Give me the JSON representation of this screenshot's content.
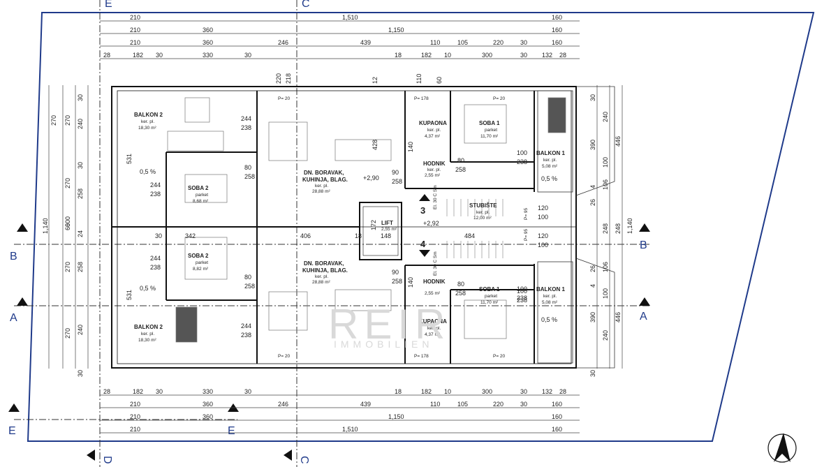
{
  "rooms": [
    {
      "id": "balkon2-top",
      "name": "BALKON 2",
      "floor": "ker. pl.",
      "area": "18,30 m²"
    },
    {
      "id": "soba2-top",
      "name": "SOBA 2",
      "floor": "parket",
      "area": "8,68 m²"
    },
    {
      "id": "boravak-top",
      "name": "DN. BORAVAK,",
      "name2": "KUHINJA, BLAG.",
      "floor": "ker. pl.",
      "area": "28,88 m²"
    },
    {
      "id": "kupaona-top",
      "name": "KUPAONA",
      "floor": "ker. pl.",
      "area": "4,37 m²"
    },
    {
      "id": "soba1-top",
      "name": "SOBA 1",
      "floor": "parket",
      "area": "11,70 m²"
    },
    {
      "id": "hodnik-top",
      "name": "HODNIK",
      "floor": "ker. pl.",
      "area": "2,55 m²"
    },
    {
      "id": "balkon1-top",
      "name": "BALKON 1",
      "floor": "ker. pl.",
      "area": "5,08 m²"
    },
    {
      "id": "lift",
      "name": "LIFT",
      "floor": "",
      "area": "2,55 m²"
    },
    {
      "id": "stubiste",
      "name": "STUBIŠTE",
      "floor": "ker. pl.",
      "area": "12,00 m²"
    },
    {
      "id": "soba2-bot",
      "name": "SOBA 2",
      "floor": "parket",
      "area": "8,82 m²"
    },
    {
      "id": "boravak-bot",
      "name": "DN. BORAVAK,",
      "name2": "KUHINJA, BLAG.",
      "floor": "ker. pl.",
      "area": "28,88 m²"
    },
    {
      "id": "hodnik-bot",
      "name": "HODNIK",
      "floor": "",
      "area": "2,55 m²"
    },
    {
      "id": "soba1-bot",
      "name": "SOBA 1",
      "floor": "parket",
      "area": "11,70 m²"
    },
    {
      "id": "balkon1-bot",
      "name": "BALKON 1",
      "floor": "ker. pl.",
      "area": "5,08 m²"
    },
    {
      "id": "kupaona-bot",
      "name": "KUPAONA",
      "floor": "ker. pl.",
      "area": "4,37 m²"
    },
    {
      "id": "balkon2-bot",
      "name": "BALKON 2",
      "floor": "ker. pl.",
      "area": "18,30 m²"
    }
  ],
  "unit_labels": {
    "top": "3",
    "bottom": "4"
  },
  "elevations": {
    "top": "+2,90",
    "mid": "+2,92"
  },
  "slopes": [
    "0,5 %",
    "0,5 %",
    "0,5 %",
    "0,5 %"
  ],
  "parapets": {
    "p20": "P= 20",
    "p178": "P= 178"
  },
  "axes": {
    "A": "A",
    "B": "B",
    "C": "C",
    "D": "D",
    "E": "E"
  },
  "dim_rows_top": [
    [
      "210",
      "1,510",
      "160"
    ],
    [
      "210",
      "360",
      "1,150",
      "160"
    ],
    [
      "210",
      "360",
      "246",
      "439",
      "110",
      "105",
      "220",
      "30",
      "160"
    ],
    [
      "28",
      "182",
      "30",
      "330",
      "30",
      "18",
      "182",
      "10",
      "300",
      "30",
      "132",
      "28"
    ]
  ],
  "dim_rows_bottom": [
    [
      "28",
      "182",
      "30",
      "330",
      "30",
      "18",
      "182",
      "10",
      "300",
      "30",
      "132",
      "28"
    ],
    [
      "210",
      "360",
      "246",
      "439",
      "110",
      "105",
      "220",
      "30",
      "160"
    ],
    [
      "210",
      "360",
      "1,150",
      "160"
    ],
    [
      "210",
      "1,510",
      "160"
    ]
  ],
  "dims_left": [
    "270",
    "270",
    "240",
    "531",
    "600",
    "1,140",
    "270",
    "258",
    "24",
    "60",
    "270",
    "258",
    "531",
    "240",
    "270",
    "30",
    "30",
    "30"
  ],
  "dims_right": [
    "240",
    "390",
    "446",
    "106",
    "26",
    "248",
    "1,140",
    "248",
    "26",
    "106",
    "390",
    "446",
    "240",
    "30",
    "30",
    "100",
    "4",
    "4",
    "100"
  ],
  "inner_dims": [
    "244",
    "238",
    "244",
    "238",
    "80",
    "258",
    "342",
    "406",
    "148",
    "484",
    "30",
    "18",
    "172",
    "90",
    "258",
    "100",
    "238",
    "120",
    "100",
    "80",
    "258",
    "140",
    "220",
    "218",
    "110",
    "60",
    "12",
    "428",
    "244",
    "238",
    "80",
    "258",
    "100",
    "238",
    "120",
    "100",
    "90",
    "258",
    "140",
    "80",
    "258",
    "244",
    "238",
    "100",
    "238"
  ],
  "stair_notes": {
    "top": "El. 30 C Sm",
    "bottom": "El. 30 C Sm",
    "p95": "P= 95"
  },
  "watermark": {
    "main": "REIR",
    "sub": "IMMOBILIEN"
  },
  "colors": {
    "axis": "#1f3a8a",
    "lines": "#222222",
    "watermark": "#d9d9d9"
  }
}
